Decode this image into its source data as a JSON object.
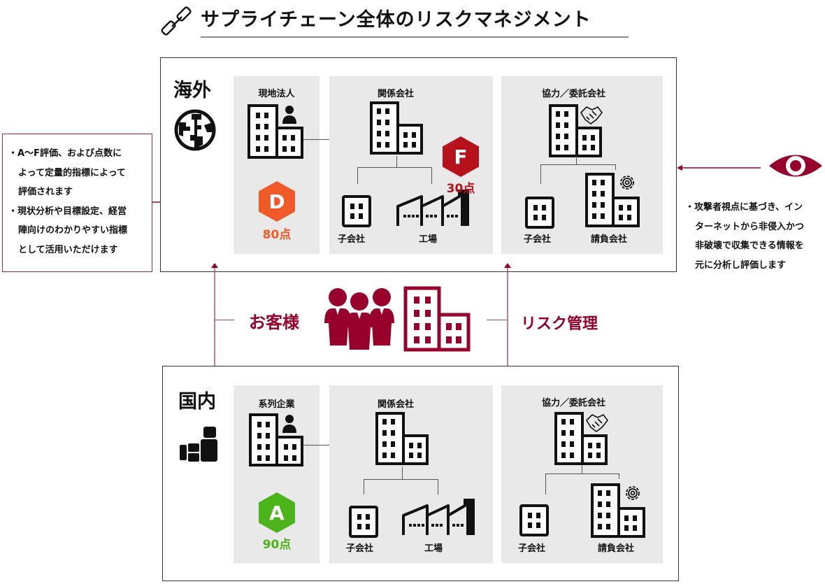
{
  "title": {
    "text": "サプライチェーン全体のリスクマネジメント",
    "icon": "chain-link-icon"
  },
  "colors": {
    "accent": "#97002a",
    "grade_A": "#4db31a",
    "grade_D": "#f05a28",
    "grade_F": "#b5121b",
    "panel_bg": "#e9e9e9",
    "text": "#111111"
  },
  "left_note": {
    "lines": [
      "・A〜F評価、および点数に",
      "よって定量的指標によって",
      "評価されます",
      "・現状分析や目標設定、経営",
      "陣向けのわかりやすい指標",
      "として活用いただけます"
    ]
  },
  "right_note": {
    "icon": "eye-icon",
    "lines": [
      "・攻撃者視点に基づき、イン",
      "ターネットから非侵入かつ",
      "非破壊で収集できる情報を",
      "元に分析し評価します"
    ]
  },
  "overseas": {
    "label": "海外",
    "icon": "globe-icon",
    "panels": [
      {
        "title": "現地法人",
        "grade": "D",
        "score": "80点",
        "icon": "building-with-person-icon"
      },
      {
        "title": "関係会社",
        "grade": "F",
        "score": "30点",
        "children": [
          "子会社",
          "工場"
        ]
      },
      {
        "title": "協力／委託会社",
        "icon": "handshake-icon",
        "children": [
          "子会社",
          "請負会社"
        ]
      }
    ]
  },
  "domestic": {
    "label": "国内",
    "icon": "japan-map-icon",
    "panels": [
      {
        "title": "系列企業",
        "grade": "A",
        "score": "90点",
        "icon": "building-with-person-icon"
      },
      {
        "title": "関係会社",
        "children": [
          "子会社",
          "工場"
        ]
      },
      {
        "title": "協力／委託会社",
        "icon": "handshake-icon",
        "children": [
          "子会社",
          "請負会社"
        ]
      }
    ]
  },
  "center": {
    "customer_label": "お客様",
    "risk_label": "リスク管理"
  }
}
